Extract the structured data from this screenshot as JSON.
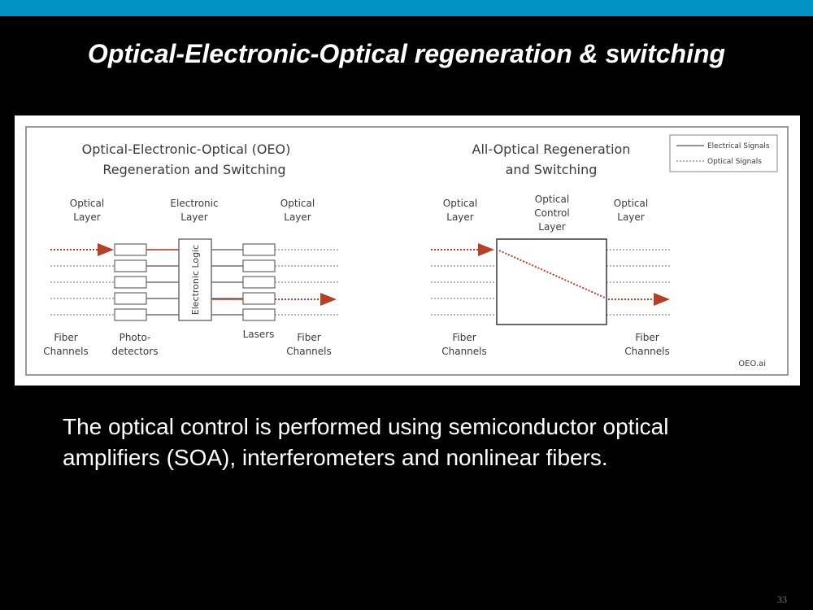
{
  "colors": {
    "top_bar": "#0093c4",
    "background": "#000000",
    "title_text": "#ffffff",
    "arrow": "#b5402a",
    "line": "#555555",
    "dotted": "#888888"
  },
  "slide": {
    "title": "Optical-Electronic-Optical regeneration & switching",
    "body": "The optical control is performed using semiconductor optical amplifiers (SOA), interferometers and nonlinear fibers.",
    "page_number": "33"
  },
  "diagram": {
    "oeo": {
      "title_line1": "Optical-Electronic-Optical (OEO)",
      "title_line2": "Regeneration and Switching",
      "optical_layer_left": [
        "Optical",
        "Layer"
      ],
      "electronic_layer": [
        "Electronic",
        "Layer"
      ],
      "optical_layer_right": [
        "Optical",
        "Layer"
      ],
      "logic_label": "Electronic Logic",
      "fiber_channels_left": [
        "Fiber",
        "Channels"
      ],
      "photodetectors": [
        "Photo-",
        "detectors"
      ],
      "lasers": "Lasers",
      "fiber_channels_right": [
        "Fiber",
        "Channels"
      ]
    },
    "all_optical": {
      "title_line1": "All-Optical Regeneration",
      "title_line2": "and Switching",
      "optical_layer_left": [
        "Optical",
        "Layer"
      ],
      "control_layer": [
        "Optical",
        "Control",
        "Layer"
      ],
      "optical_layer_right": [
        "Optical",
        "Layer"
      ],
      "fiber_channels_left": [
        "Fiber",
        "Channels"
      ],
      "fiber_channels_right": [
        "Fiber",
        "Channels"
      ]
    },
    "legend": {
      "electrical": "Electrical Signals",
      "optical": "Optical Signals"
    },
    "credit": "OEO.ai"
  }
}
